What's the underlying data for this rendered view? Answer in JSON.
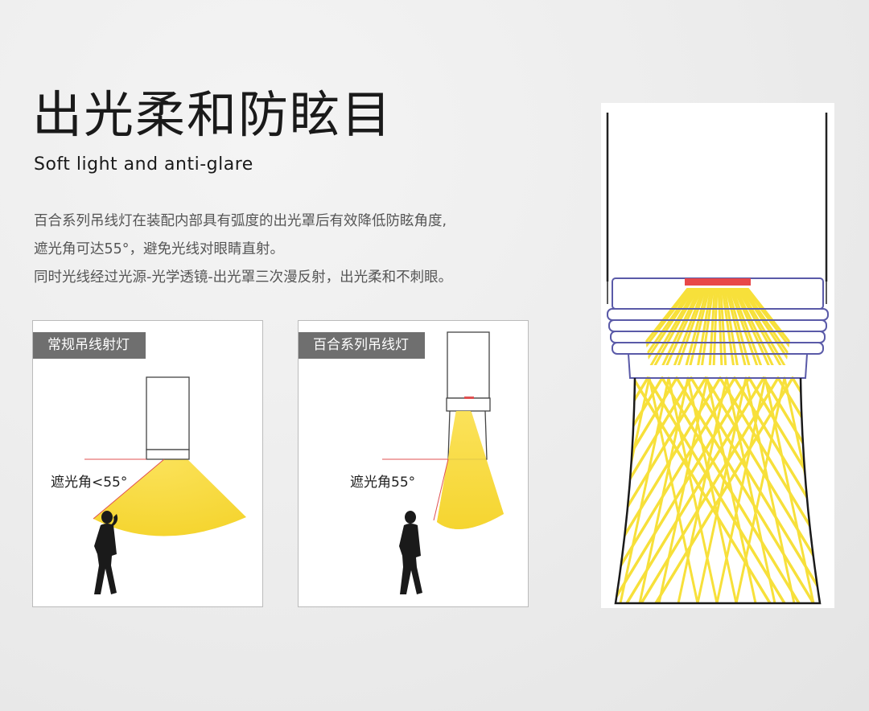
{
  "heading": {
    "title": "出光柔和防眩目",
    "subtitle": "Soft light and anti-glare"
  },
  "description": [
    "百合系列吊线灯在装配内部具有弧度的出光罩后有效降低防眩角度,",
    "遮光角可达55°，避免光线对眼睛直射。",
    "同时光线经过光源-光学透镜-出光罩三次漫反射，出光柔和不刺眼。"
  ],
  "comparison": {
    "conventional": {
      "tag": "常规吊线射灯",
      "angle_label": "遮光角<55°"
    },
    "baihe": {
      "tag": "百合系列吊线灯",
      "angle_label": "遮光角55°"
    }
  },
  "colors": {
    "light_beam": "#f7e03a",
    "line_red": "#e05050",
    "housing_blue": "#5a5aa8",
    "tag_bg": "#6f6f6f"
  }
}
